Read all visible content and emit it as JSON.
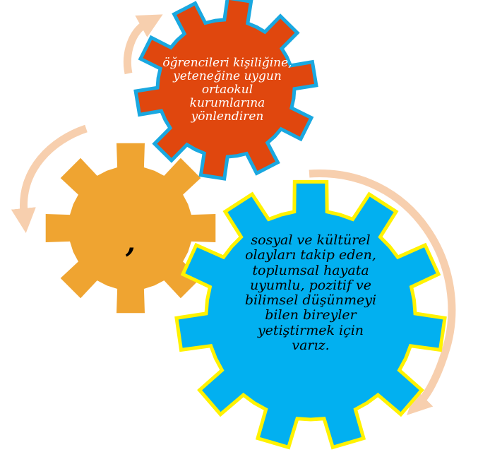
{
  "gears": {
    "orange": {
      "lines": [
        "öğrencileri kişiliğine,",
        "yeteneğine uygun",
        "ortaokul",
        "kurumlarına",
        "yönlendiren"
      ],
      "color": "#E0470E",
      "outline": "#1AA8E0"
    },
    "yellow": {
      "lines": [
        ","
      ],
      "color": "#EFA431"
    },
    "blue": {
      "lines": [
        "sosyal ve kültürel",
        "olayları takip eden,",
        "toplumsal hayata",
        "uyumlu, pozitif ve",
        "bilimsel düşünmeyi",
        "bilen bireyler",
        "yetiştirmek için",
        "varız."
      ],
      "color": "#02B0F0",
      "outline": "#FFF200"
    }
  },
  "arrows": {
    "color": "#F7CFAE"
  }
}
